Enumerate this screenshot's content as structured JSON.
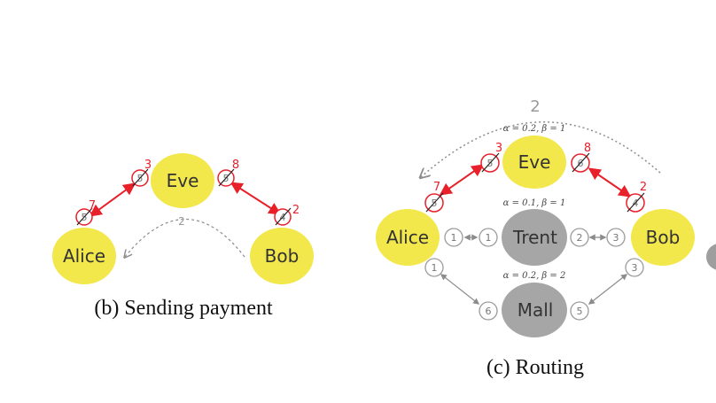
{
  "left_diagram": {
    "nodes": {
      "alice": "Alice",
      "eve": "Eve",
      "bob": "Bob"
    },
    "balances": {
      "alice_eve_old": "5",
      "alice_eve_new": "7",
      "eve_alice_old": "5",
      "eve_alice_new": "3",
      "eve_bob_old": "5",
      "eve_bob_new": "8",
      "bob_eve_old": "4",
      "bob_eve_new": "2"
    },
    "payment_amount": "2",
    "caption": "(b) Sending payment"
  },
  "right_diagram": {
    "nodes": {
      "alice": "Alice",
      "eve": "Eve",
      "bob": "Bob",
      "trent": "Trent",
      "mall": "Mall"
    },
    "params": {
      "eve": "α = 0.2, β = 1",
      "trent": "α = 0.1, β = 1",
      "mall": "α = 0.2, β = 2"
    },
    "balances": {
      "alice_eve_old": "5",
      "alice_eve_new": "7",
      "eve_alice_old": "5",
      "eve_alice_new": "3",
      "eve_bob_old": "6",
      "eve_bob_new": "8",
      "bob_eve_old": "4",
      "bob_eve_new": "2",
      "alice_trent": "1",
      "trent_alice": "1",
      "trent_bob": "2",
      "bob_trent": "3",
      "alice_mall": "1",
      "mall_alice": "6",
      "mall_bob": "5",
      "bob_mall": "3"
    },
    "payment_amount": "2",
    "caption": "(c) Routing"
  },
  "colors": {
    "yellow_node": "#f2e74b",
    "gray_node": "#a6a6a6",
    "red": "#e8202a",
    "gray_line": "#8c8c8c"
  }
}
